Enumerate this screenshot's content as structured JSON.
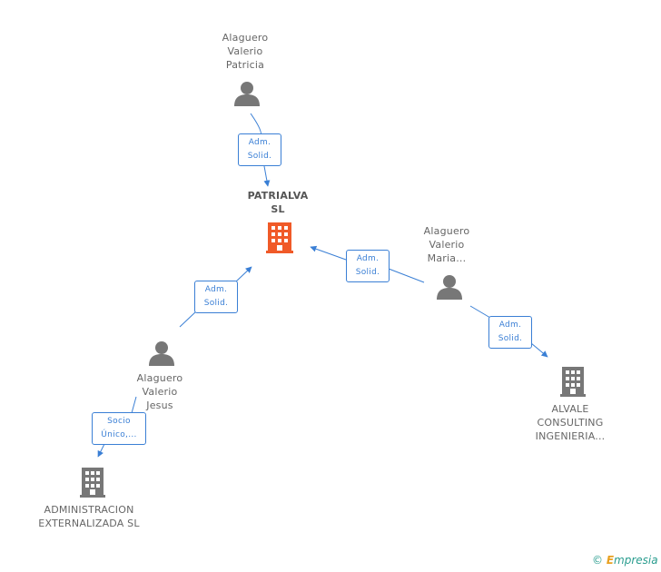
{
  "nodes": {
    "patricia": {
      "lines": [
        "Alaguero",
        "Valerio",
        "Patricia"
      ],
      "kind": "person"
    },
    "center": {
      "lines": [
        "PATRIALVA",
        "SL"
      ],
      "kind": "company-main"
    },
    "maria": {
      "lines": [
        "Alaguero",
        "Valerio",
        "Maria..."
      ],
      "kind": "person"
    },
    "jesus": {
      "lines": [
        "Alaguero",
        "Valerio",
        "Jesus"
      ],
      "kind": "person"
    },
    "alvale": {
      "lines": [
        "ALVALE",
        "CONSULTING",
        "INGENIERIA..."
      ],
      "kind": "company"
    },
    "administracion": {
      "lines": [
        "ADMINISTRACION",
        "EXTERNALIZADA SL"
      ],
      "kind": "company"
    }
  },
  "edges": {
    "patricia_center": {
      "lines": [
        "Adm.",
        "Solid."
      ]
    },
    "maria_center": {
      "lines": [
        "Adm.",
        "Solid."
      ]
    },
    "jesus_center": {
      "lines": [
        "Adm.",
        "Solid."
      ]
    },
    "maria_alvale": {
      "lines": [
        "Adm.",
        "Solid."
      ]
    },
    "jesus_administracion": {
      "lines": [
        "Socio",
        "Único,..."
      ]
    }
  },
  "colors": {
    "edge": "#3a7fd5",
    "person_icon": "#777777",
    "company_icon": "#777777",
    "main_company_icon": "#f05a28"
  },
  "brand": {
    "copyright": "©",
    "initial": "E",
    "rest": "mpresia"
  }
}
